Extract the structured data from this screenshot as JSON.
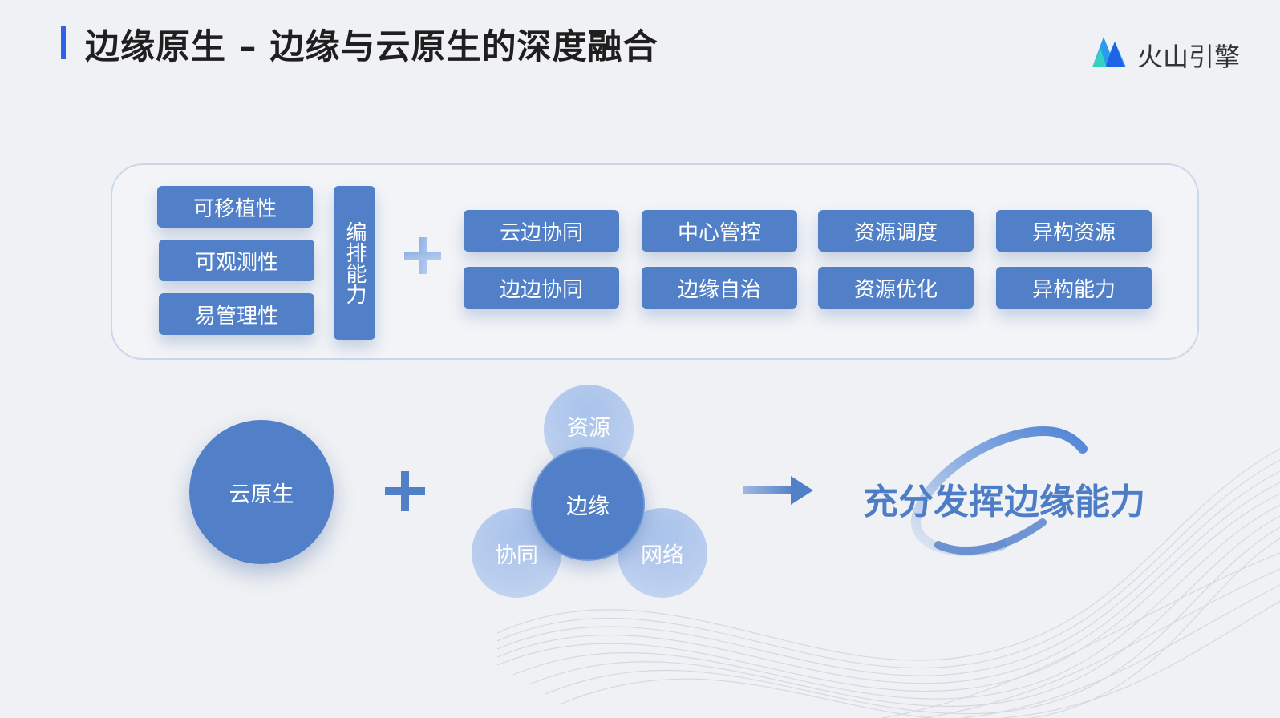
{
  "header": {
    "title": "边缘原生 – 边缘与云原生的深度融合",
    "logo_text": "火山引擎"
  },
  "panel": {
    "left_items": [
      "可移植性",
      "可观测性",
      "易管理性"
    ],
    "orchestration": "编排能力",
    "plus": "+",
    "grid_items": [
      [
        "云边协同",
        "中心管控",
        "资源调度",
        "异构资源"
      ],
      [
        "边边协同",
        "边缘自治",
        "资源优化",
        "异构能力"
      ]
    ]
  },
  "diagram": {
    "cloud_native": "云原生",
    "plus": "+",
    "edge": "边缘",
    "resources": "资源",
    "collaboration": "协同",
    "network": "网络",
    "result": "充分发挥边缘能力"
  },
  "colors": {
    "primary": "#5180c8",
    "title_accent": "#2f63e6",
    "light_circle": "#b9cdee",
    "result_text": "#4d7dc6"
  },
  "icons": [
    "volcano-engine-logo-icon",
    "plus-icon",
    "arrow-right-icon",
    "swoosh-ring-icon"
  ]
}
